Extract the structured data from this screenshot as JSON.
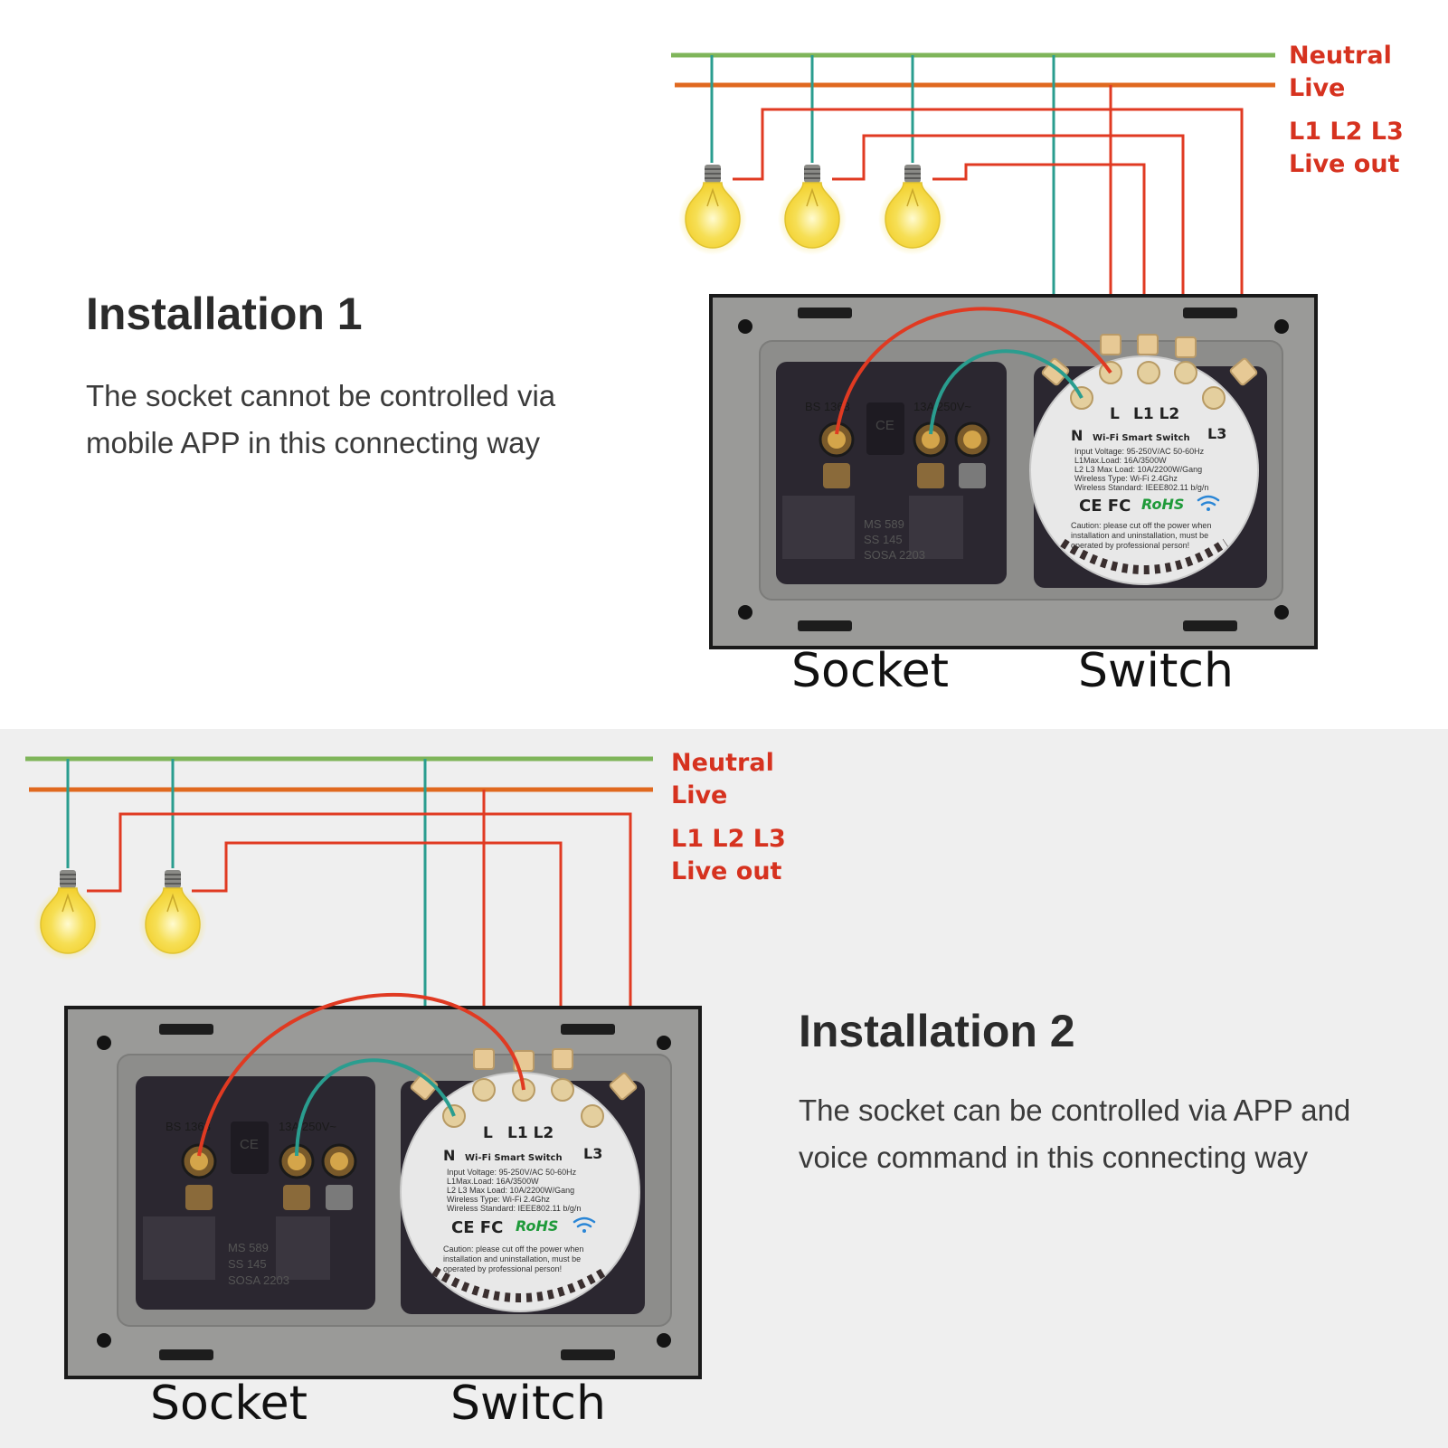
{
  "colors": {
    "neutral": "#7fb55a",
    "live": "#e0691f",
    "live_out": "#e03a22",
    "label_red": "#d6321f",
    "teal_wire": "#2a9d8f",
    "plate": "#9a9a98",
    "socket_body": "#2b2730",
    "module_body": "#e8e8e8"
  },
  "icons": {
    "bulb": "light-bulb-icon",
    "wifi": "wifi-icon"
  },
  "installation_1": {
    "title": "Installation 1",
    "description_line1": "The socket cannot be controlled via",
    "description_line2": "mobile APP in this connecting way",
    "legend": {
      "neutral": "Neutral",
      "live": "Live",
      "live_out_1": "L1 L2 L3",
      "live_out_2": "Live out"
    },
    "captions": {
      "socket": "Socket",
      "switch": "Switch"
    }
  },
  "installation_2": {
    "title": "Installation 2",
    "description_line1": "The socket can be controlled via APP and",
    "description_line2": "voice command in this connecting way",
    "legend": {
      "neutral": "Neutral",
      "live": "Live",
      "live_out_1": "L1 L2 L3",
      "live_out_2": "Live out"
    },
    "captions": {
      "socket": "Socket",
      "switch": "Switch"
    }
  },
  "switch_module": {
    "terminal_L": "L",
    "terminal_L1L2": "L1 L2",
    "terminal_N": "N",
    "model": "Wi-Fi Smart Switch",
    "terminal_L3": "L3",
    "spec_1": "Input Voltage: 95-250V/AC 50-60Hz",
    "spec_2": "L1Max.Load: 16A/3500W",
    "spec_3": "L2 L3 Max Load: 10A/2200W/Gang",
    "spec_4": "Wireless Type: Wi-Fi 2.4Ghz",
    "spec_5": "Wireless Standard: IEEE802.11 b/g/n",
    "cert": "CE FC",
    "rohs": "RoHS",
    "caution_1": "Caution: please cut off the power when",
    "caution_2": "installation and uninstallation, must be",
    "caution_3": "operated by professional person!"
  },
  "socket_module": {
    "mark_1": "BS 1363",
    "mark_2": "13A 250V~",
    "mark_ce": "CE",
    "mark_3": "MS 589",
    "mark_4": "SS 145",
    "mark_5": "SOSA 2203"
  }
}
